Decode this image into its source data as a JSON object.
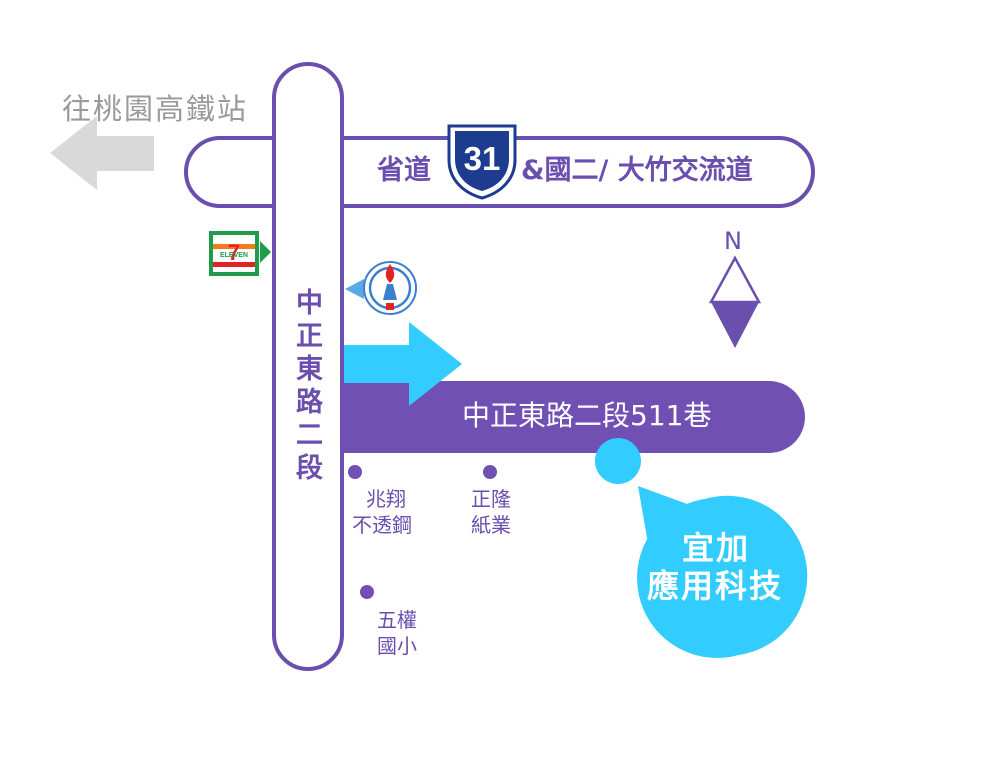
{
  "colors": {
    "road_outline": "#6a4fae",
    "lane_fill": "#7150b4",
    "accent_cyan": "#33ccff",
    "arrow_grey": "#d9d9d9",
    "text_grey": "#9a9a9a",
    "seven_green": "#1e9b4b",
    "seven_orange": "#f47a20",
    "seven_red": "#e32226",
    "shield_blue": "#1d3b8f"
  },
  "labels": {
    "hsr_direction": "往桃園高鐵站",
    "highway_prefix": "省道",
    "highway_number": "31",
    "highway_suffix": "&國二/ 大竹交流道",
    "main_road": "中正東路二段",
    "lane": "中正東路二段511巷",
    "north": "N",
    "seven_eleven_text": "ELEVEN",
    "seven_eleven_digit": "7"
  },
  "landmarks": [
    {
      "name_line1": "兆翔",
      "name_line2": "不透鋼"
    },
    {
      "name_line1": "正隆",
      "name_line2": "紙業"
    },
    {
      "name_line1": "五權",
      "name_line2": "國小"
    }
  ],
  "destination": {
    "line1": "宜加",
    "line2": "應用科技"
  },
  "icons": {
    "convenience_store": "seven-eleven-icon",
    "gas_station": "gas-station-icon",
    "highway_shield": "highway-shield-icon",
    "north_arrow": "north-arrow-icon",
    "direction_arrow": "left-arrow-icon"
  }
}
